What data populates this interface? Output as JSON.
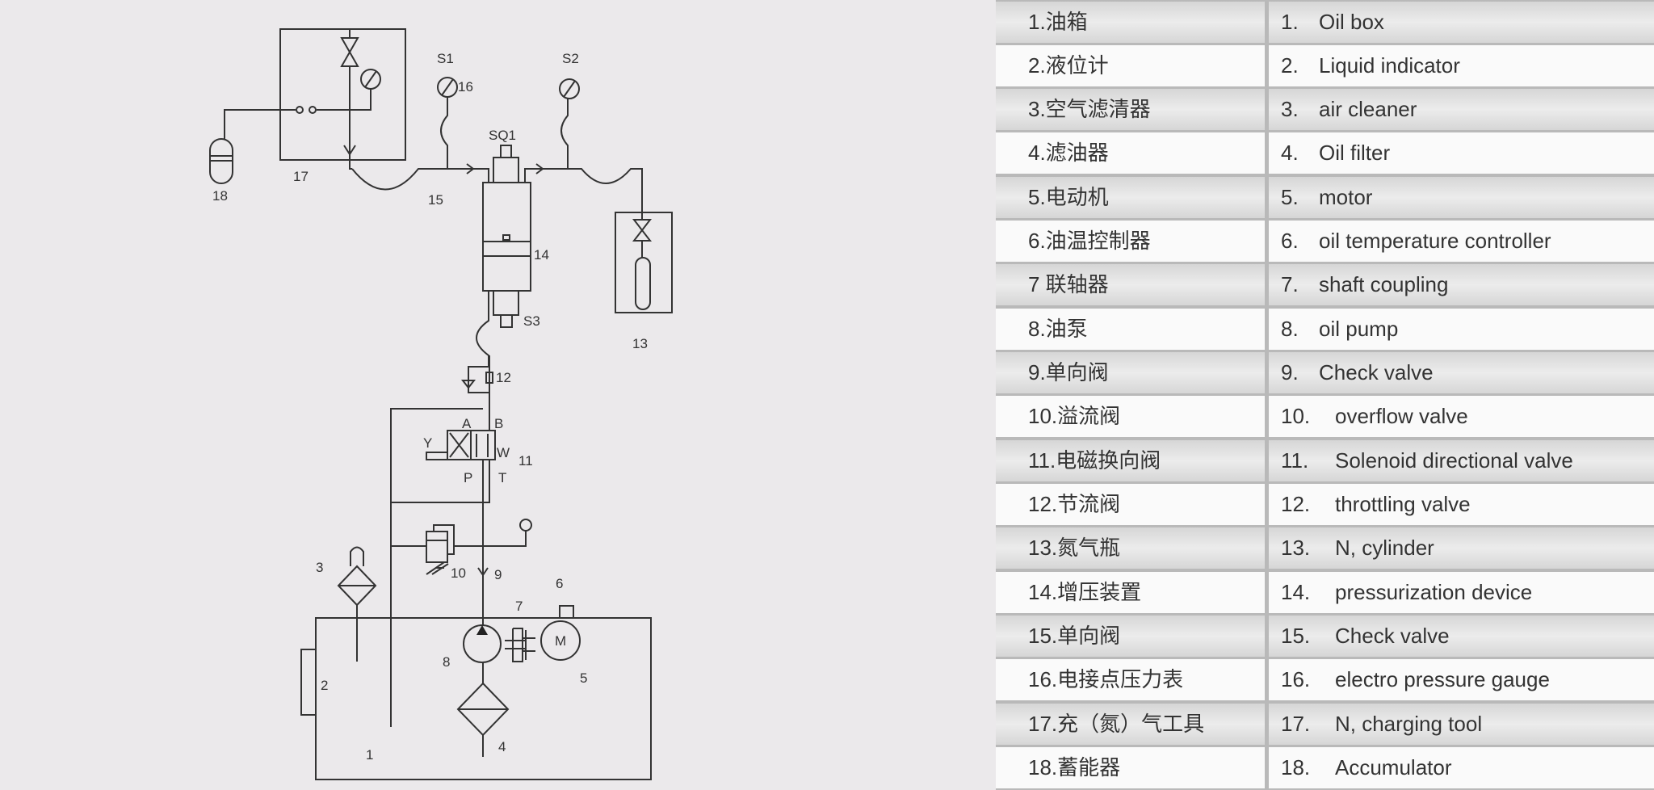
{
  "diagram": {
    "labels": {
      "n1": "1",
      "n2": "2",
      "n3": "3",
      "n4": "4",
      "n5": "5",
      "n6": "6",
      "n7": "7",
      "n8": "8",
      "n9": "9",
      "n10": "10",
      "n11": "11",
      "n12": "12",
      "n13": "13",
      "n14": "14",
      "n15": "15",
      "n16": "16",
      "n17": "17",
      "n18": "18",
      "s1": "S1",
      "s2": "S2",
      "s3": "S3",
      "sq1": "SQ1",
      "port_a": "A",
      "port_b": "B",
      "port_p": "P",
      "port_t": "T",
      "port_w": "W",
      "port_y": "Y",
      "motor_m": "M"
    }
  },
  "legend": {
    "rows": [
      {
        "zh": "1.油箱",
        "num": "1.",
        "en": "Oil box"
      },
      {
        "zh": "2.液位计",
        "num": "2.",
        "en": "Liquid indicator"
      },
      {
        "zh": "3.空气滤清器",
        "num": "3.",
        "en": "air cleaner"
      },
      {
        "zh": "4.滤油器",
        "num": "4.",
        "en": "Oil filter"
      },
      {
        "zh": "5.电动机",
        "num": "5.",
        "en": "motor"
      },
      {
        "zh": "6.油温控制器",
        "num": "6.",
        "en": "oil temperature controller"
      },
      {
        "zh": "7 联轴器",
        "num": "7.",
        "en": "shaft coupling"
      },
      {
        "zh": "8.油泵",
        "num": "8.",
        "en": "oil pump"
      },
      {
        "zh": "9.单向阀",
        "num": "9.",
        "en": "Check valve"
      },
      {
        "zh": "10.溢流阀",
        "num": "10.",
        "en": "overflow valve"
      },
      {
        "zh": "11.电磁换向阀",
        "num": "11.",
        "en": "Solenoid directional valve"
      },
      {
        "zh": "12.节流阀",
        "num": "12.",
        "en": "throttling valve"
      },
      {
        "zh": "13.氮气瓶",
        "num": "13.",
        "en": "N, cylinder"
      },
      {
        "zh": "14.增压装置",
        "num": "14.",
        "en": "pressurization device"
      },
      {
        "zh": "15.单向阀",
        "num": "15.",
        "en": "Check valve"
      },
      {
        "zh": "16.电接点压力表",
        "num": "16.",
        "en": "electro pressure gauge"
      },
      {
        "zh": "17.充（氮）气工具",
        "num": "17.",
        "en": "N, charging tool"
      },
      {
        "zh": "18.蓄能器",
        "num": "18.",
        "en": "Accumulator"
      }
    ]
  }
}
